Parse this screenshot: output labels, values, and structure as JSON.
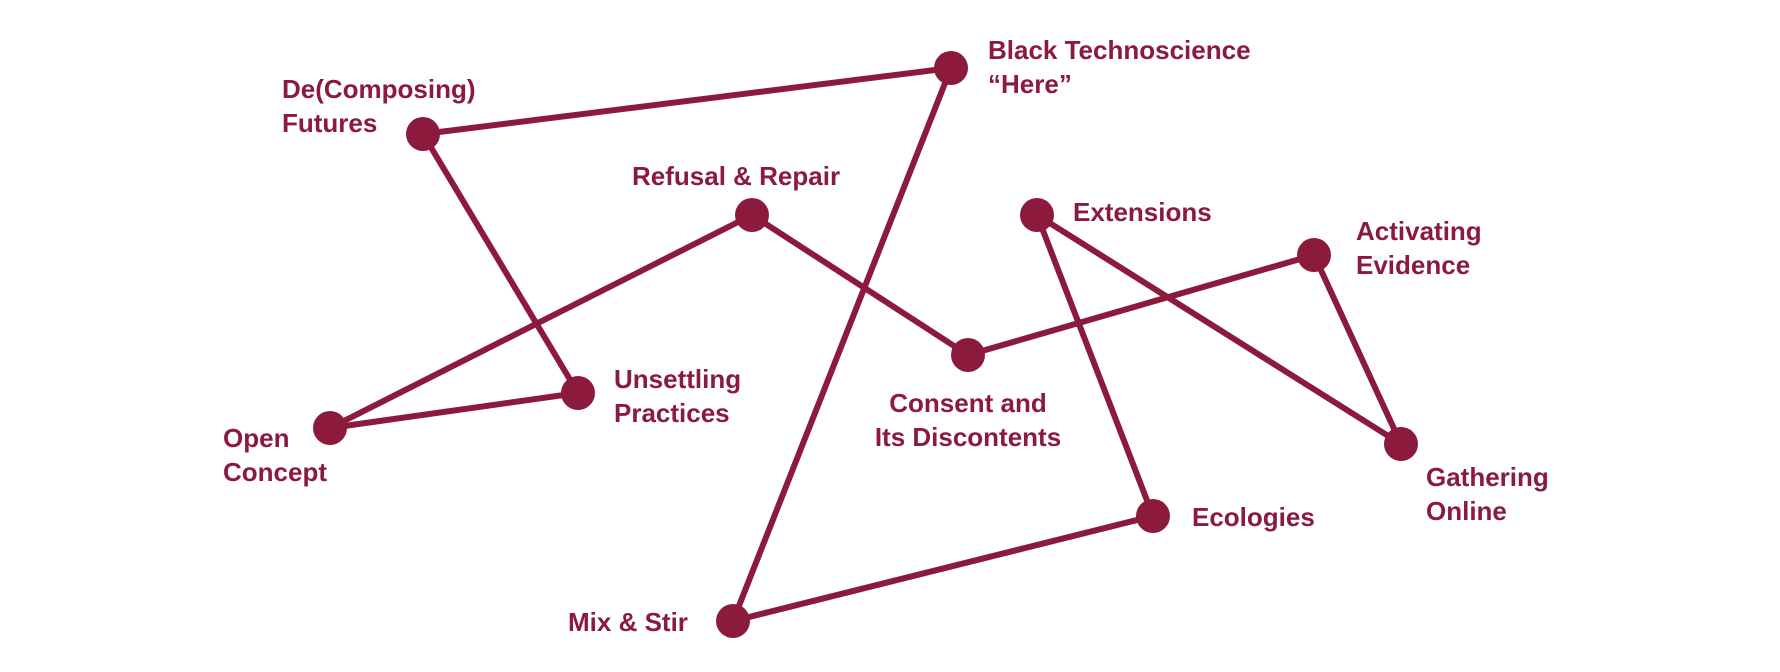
{
  "diagram": {
    "color": "#8b1a3c",
    "nodes": [
      {
        "id": "black-technoscience",
        "lines": [
          "Black Technoscience",
          "“Here”"
        ]
      },
      {
        "id": "decomposing-futures",
        "lines": [
          "De(Composing)",
          "Futures"
        ]
      },
      {
        "id": "refusal-repair",
        "lines": [
          "Refusal & Repair"
        ]
      },
      {
        "id": "extensions",
        "lines": [
          "Extensions"
        ]
      },
      {
        "id": "activating-evidence",
        "lines": [
          "Activating",
          "Evidence"
        ]
      },
      {
        "id": "unsettling-practices",
        "lines": [
          "Unsettling",
          "Practices"
        ]
      },
      {
        "id": "consent",
        "lines": [
          "Consent and",
          "Its Discontents"
        ]
      },
      {
        "id": "open-concept",
        "lines": [
          "Open",
          "Concept"
        ]
      },
      {
        "id": "gathering-online",
        "lines": [
          "Gathering",
          "Online"
        ]
      },
      {
        "id": "ecologies",
        "lines": [
          "Ecologies"
        ]
      },
      {
        "id": "mix-stir",
        "lines": [
          "Mix & Stir"
        ]
      }
    ],
    "edges": [
      [
        "decomposing-futures",
        "black-technoscience"
      ],
      [
        "decomposing-futures",
        "unsettling-practices"
      ],
      [
        "unsettling-practices",
        "open-concept"
      ],
      [
        "open-concept",
        "refusal-repair"
      ],
      [
        "refusal-repair",
        "consent"
      ],
      [
        "consent",
        "activating-evidence"
      ],
      [
        "activating-evidence",
        "gathering-online"
      ],
      [
        "gathering-online",
        "extensions"
      ],
      [
        "extensions",
        "ecologies"
      ],
      [
        "ecologies",
        "mix-stir"
      ],
      [
        "mix-stir",
        "black-technoscience"
      ]
    ]
  }
}
